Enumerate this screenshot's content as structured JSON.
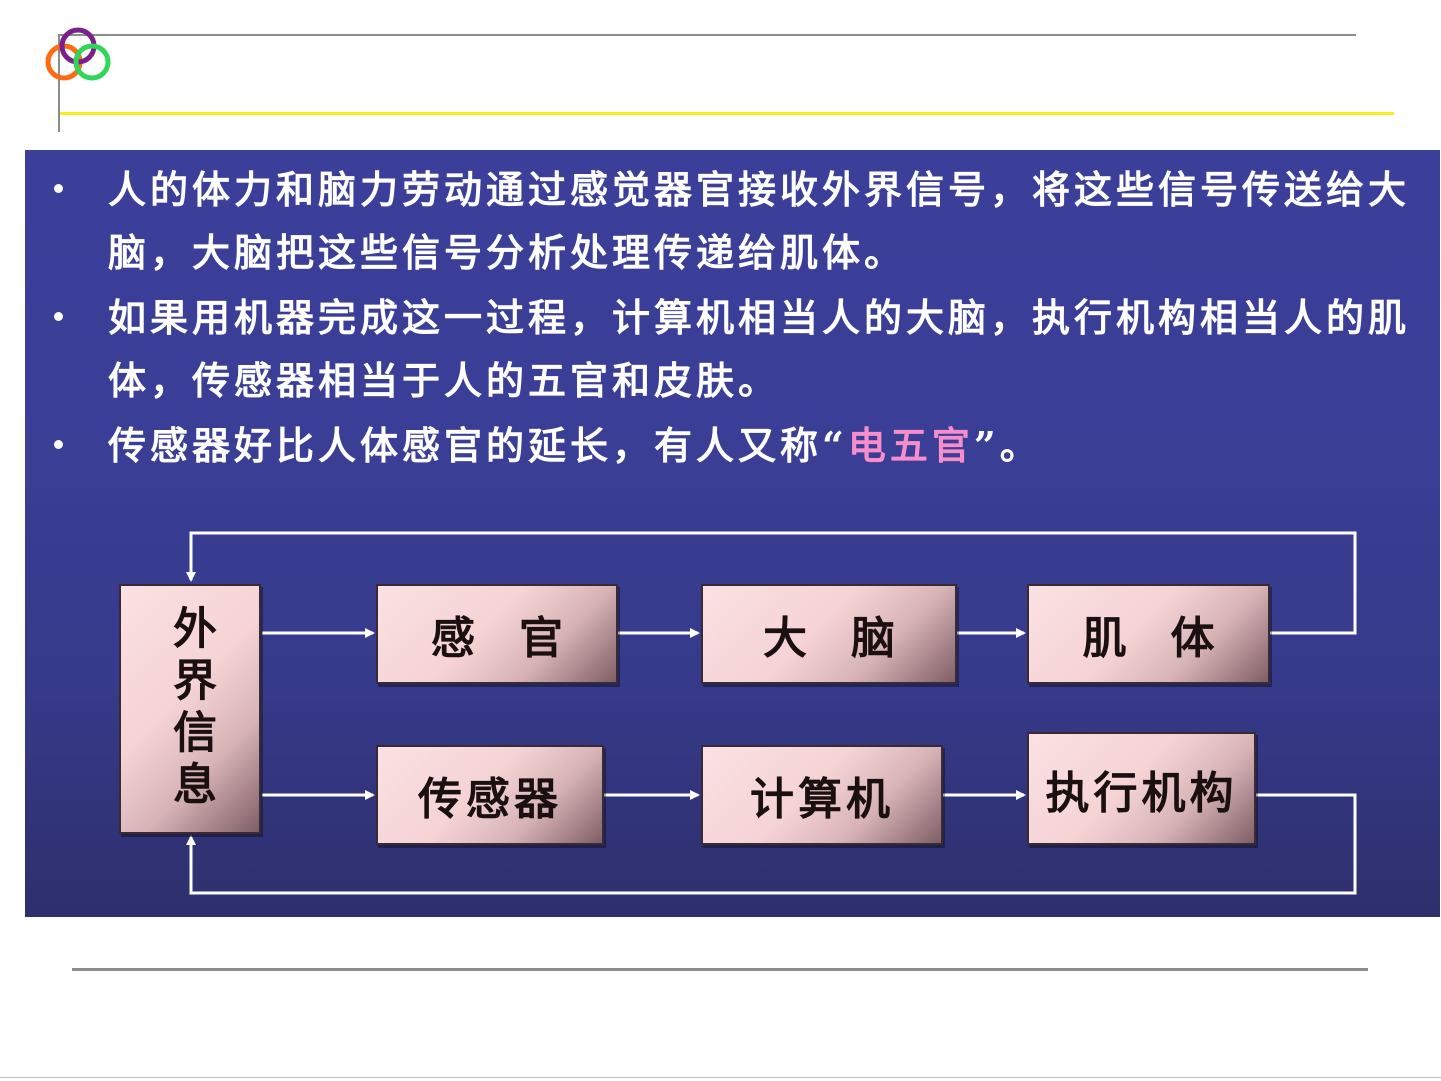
{
  "slide": {
    "bullets": [
      "人的体力和脑力劳动通过感觉器官接收外界信号，将这些信号传送给大脑，大脑把这些信号分析处理传递给肌体。",
      "如果用机器完成这一过程，计算机相当人的大脑，执行机构相当人的肌体，传感器相当于人的五官和皮肤。"
    ],
    "bullet3_before": "传感器好比人体感官的延长，有人又称“",
    "bullet3_highlight": "电五官",
    "bullet3_after": "”。",
    "highlight_color": "#f58ecb"
  },
  "diagram": {
    "external": "外界信息",
    "row1": [
      "感　官",
      "大　脑",
      "肌　体"
    ],
    "row2": [
      "传感器",
      "计算机",
      "执行机构"
    ]
  },
  "decor": {
    "ring_colors": [
      "#ff6a13",
      "#7a1f8c",
      "#2fd65a"
    ],
    "panel_color": "#3b3f9a",
    "accent_line": "#f5f01a"
  }
}
